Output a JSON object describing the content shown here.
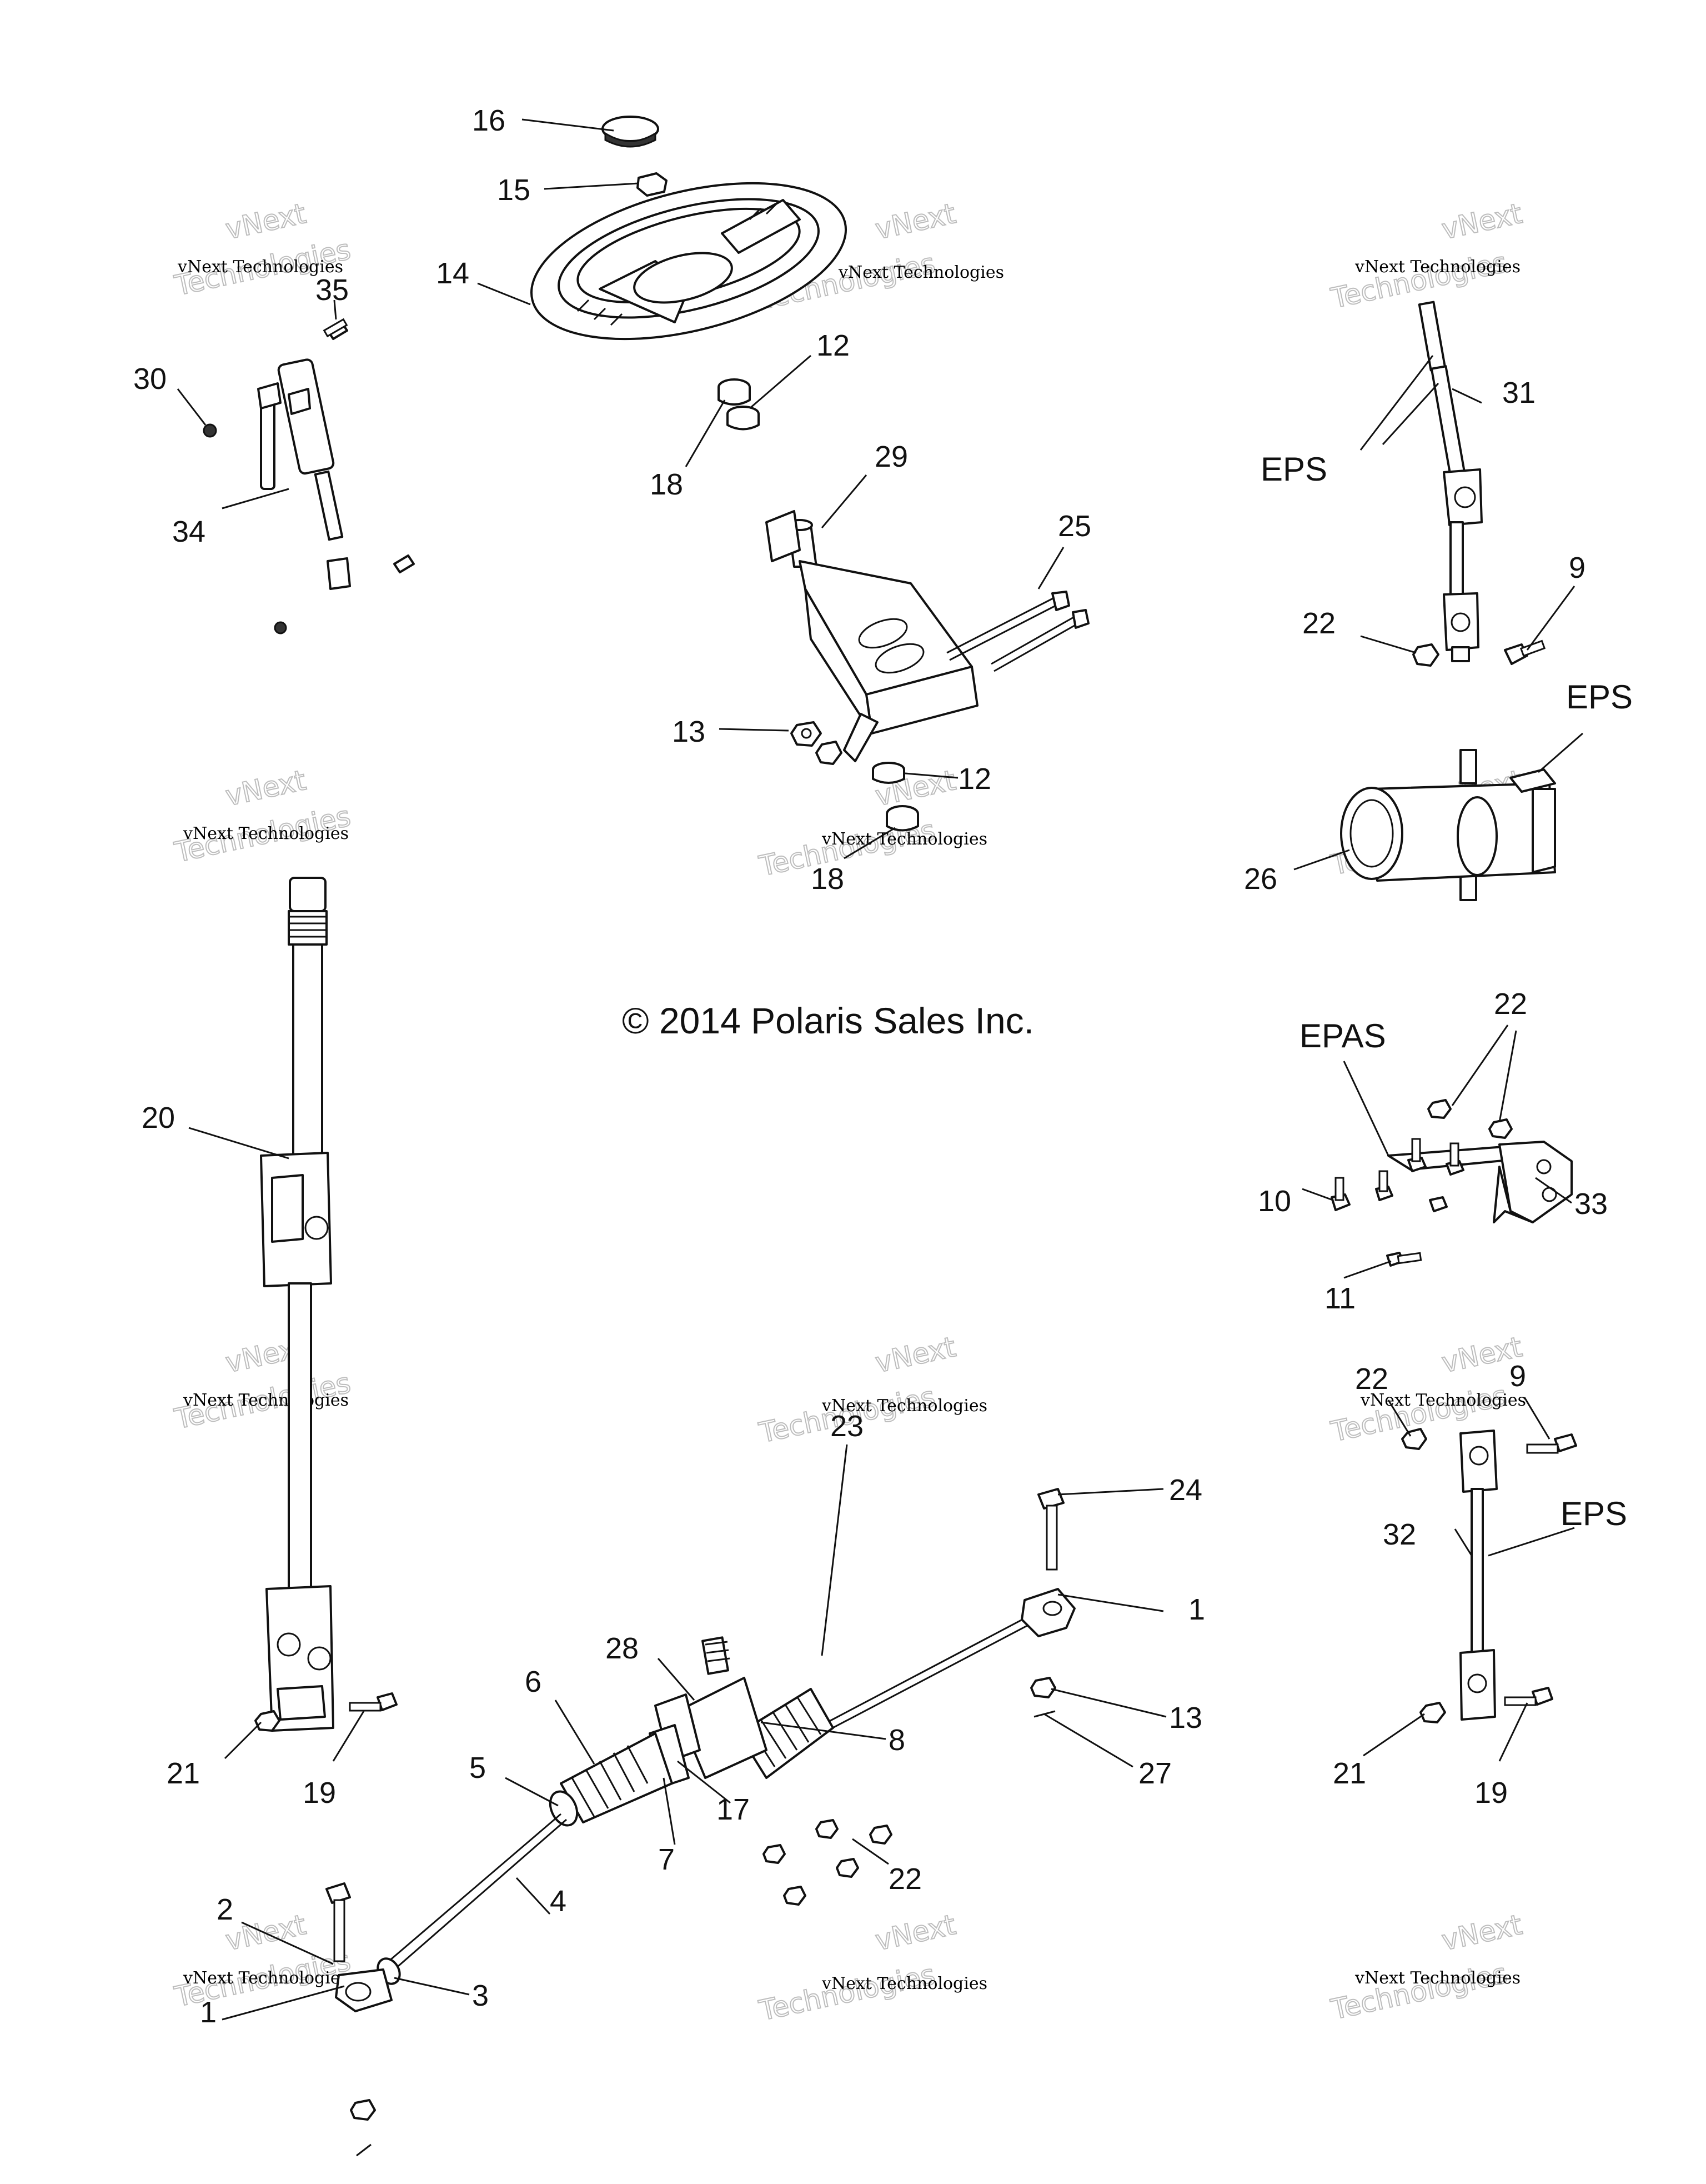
{
  "diagram": {
    "copyright": "© 2014 Polaris Sales Inc.",
    "watermark": {
      "line1": "vNext Technologies",
      "line2": "vNext",
      "line3": "Technologies"
    },
    "callouts": [
      {
        "id": "c16",
        "label": "16"
      },
      {
        "id": "c15",
        "label": "15"
      },
      {
        "id": "c14",
        "label": "14"
      },
      {
        "id": "c35",
        "label": "35"
      },
      {
        "id": "c30",
        "label": "30"
      },
      {
        "id": "c34",
        "label": "34"
      },
      {
        "id": "c12a",
        "label": "12"
      },
      {
        "id": "c18a",
        "label": "18"
      },
      {
        "id": "c29",
        "label": "29"
      },
      {
        "id": "c25",
        "label": "25"
      },
      {
        "id": "c13a",
        "label": "13"
      },
      {
        "id": "c12b",
        "label": "12"
      },
      {
        "id": "c18b",
        "label": "18"
      },
      {
        "id": "c31",
        "label": "31"
      },
      {
        "id": "c9a",
        "label": "9"
      },
      {
        "id": "c22a",
        "label": "22"
      },
      {
        "id": "c26",
        "label": "26"
      },
      {
        "id": "c22b",
        "label": "22"
      },
      {
        "id": "c10",
        "label": "10"
      },
      {
        "id": "c33",
        "label": "33"
      },
      {
        "id": "c11",
        "label": "11"
      },
      {
        "id": "c20",
        "label": "20"
      },
      {
        "id": "c22c",
        "label": "22"
      },
      {
        "id": "c9b",
        "label": "9"
      },
      {
        "id": "c32",
        "label": "32"
      },
      {
        "id": "c24",
        "label": "24"
      },
      {
        "id": "c23",
        "label": "23"
      },
      {
        "id": "c1a",
        "label": "1"
      },
      {
        "id": "c28",
        "label": "28"
      },
      {
        "id": "c6",
        "label": "6"
      },
      {
        "id": "c8",
        "label": "8"
      },
      {
        "id": "c13b",
        "label": "13"
      },
      {
        "id": "c27",
        "label": "27"
      },
      {
        "id": "c5",
        "label": "5"
      },
      {
        "id": "c17",
        "label": "17"
      },
      {
        "id": "c7",
        "label": "7"
      },
      {
        "id": "c22d",
        "label": "22"
      },
      {
        "id": "c21a",
        "label": "21"
      },
      {
        "id": "c19a",
        "label": "19"
      },
      {
        "id": "c21b",
        "label": "21"
      },
      {
        "id": "c19b",
        "label": "19"
      },
      {
        "id": "c4",
        "label": "4"
      },
      {
        "id": "c2",
        "label": "2"
      },
      {
        "id": "c3",
        "label": "3"
      },
      {
        "id": "c1b",
        "label": "1"
      }
    ],
    "tags": {
      "eps_top": "EPS",
      "eps_motor": "EPS",
      "epas": "EPAS",
      "eps_lower": "EPS"
    }
  }
}
